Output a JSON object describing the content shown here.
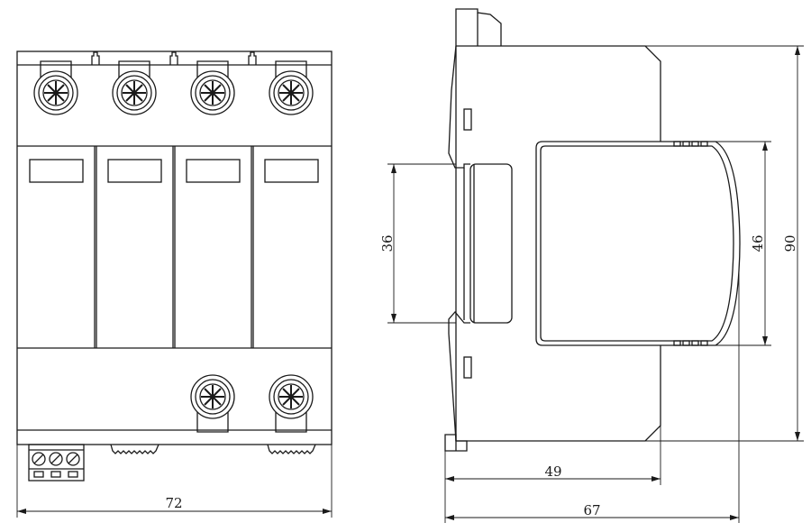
{
  "dimensions": {
    "width_front": "72",
    "depth_body": "49",
    "depth_total": "67",
    "height_total": "90",
    "height_front": "46",
    "height_rail": "36"
  }
}
